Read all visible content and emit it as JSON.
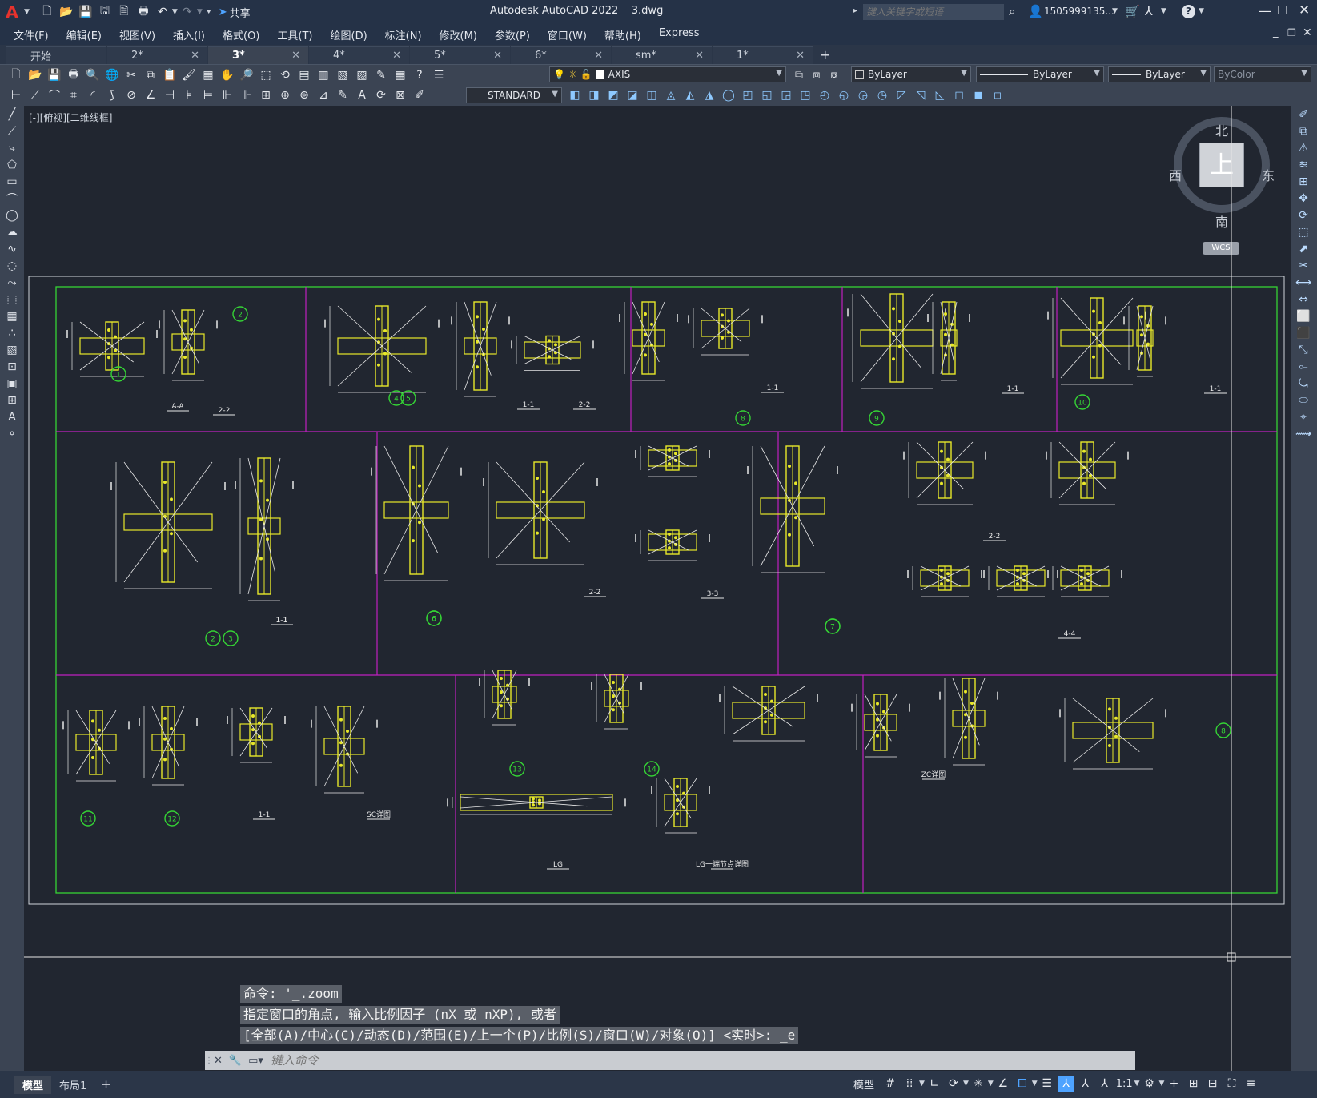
{
  "app": {
    "logo": "A",
    "title": "Autodesk AutoCAD 2022",
    "filename": "3.dwg",
    "share_label": "共享",
    "search_placeholder": "键入关键字或短语",
    "user": "1505999135...",
    "help": "?"
  },
  "menu": [
    "文件(F)",
    "编辑(E)",
    "视图(V)",
    "插入(I)",
    "格式(O)",
    "工具(T)",
    "绘图(D)",
    "标注(N)",
    "修改(M)",
    "参数(P)",
    "窗口(W)",
    "帮助(H)",
    "Express"
  ],
  "tabs": [
    {
      "label": "开始",
      "close": ""
    },
    {
      "label": "2*",
      "close": "✕"
    },
    {
      "label": "3*",
      "close": "✕"
    },
    {
      "label": "4*",
      "close": "✕"
    },
    {
      "label": "5*",
      "close": "✕"
    },
    {
      "label": "6*",
      "close": "✕"
    },
    {
      "label": "sm*",
      "close": "✕"
    },
    {
      "label": "1*",
      "close": "✕"
    }
  ],
  "new_tab": "+",
  "properties": {
    "layer": "AXIS",
    "color": "ByLayer",
    "linetype": "ByLayer",
    "lineweight": "ByLayer",
    "plotstyle": "ByColor",
    "textstyle": "STANDARD"
  },
  "viewport": {
    "label": "[-][俯视][二维线框]",
    "viewcube_face": "上",
    "north": "北",
    "south": "南",
    "east": "东",
    "west": "西",
    "wcs": "WCS"
  },
  "command": {
    "history": [
      "命令: '_.zoom",
      "指定窗口的角点, 输入比例因子 (nX 或 nXP), 或者",
      "[全部(A)/中心(C)/动态(D)/范围(E)/上一个(P)/比例(S)/窗口(W)/对象(O)] <实时>: _e"
    ],
    "placeholder": "键入命令"
  },
  "layout_tabs": [
    "模型",
    "布局1"
  ],
  "status": {
    "model": "模型",
    "scale": "1:1"
  },
  "drawing": {
    "colors": {
      "frame_outer": "#d0d4da",
      "frame_green": "#35d435",
      "frame_magenta": "#c020c0",
      "detail": "#e8e82a",
      "line": "#e8e8e8",
      "marker": "#35d435"
    },
    "details": [
      {
        "num": "1",
        "caption": "A-A"
      },
      {
        "num": "2",
        "caption": "2-2"
      },
      {
        "num": "4",
        "caption": "1-1"
      },
      {
        "num": "5",
        "caption": "2-2"
      },
      {
        "num": "8",
        "caption": "1-1"
      },
      {
        "num": "9",
        "caption": "1-1"
      },
      {
        "num": "10",
        "caption": "1-1"
      },
      {
        "num": "2",
        "caption": "1-1"
      },
      {
        "num": "3",
        "caption": "1-1"
      },
      {
        "num": "6",
        "caption": "2-2"
      },
      {
        "num": "6",
        "caption": "3-3"
      },
      {
        "num": "7",
        "caption": "2-2"
      },
      {
        "num": "7",
        "caption": "4-4"
      },
      {
        "num": "11",
        "caption": "1-1"
      },
      {
        "num": "12",
        "caption": "SC详图"
      },
      {
        "num": "13",
        "caption": "LG"
      },
      {
        "num": "14",
        "caption": "LG一端节点详图"
      },
      {
        "num": "8",
        "caption": "ZC详图"
      }
    ]
  }
}
